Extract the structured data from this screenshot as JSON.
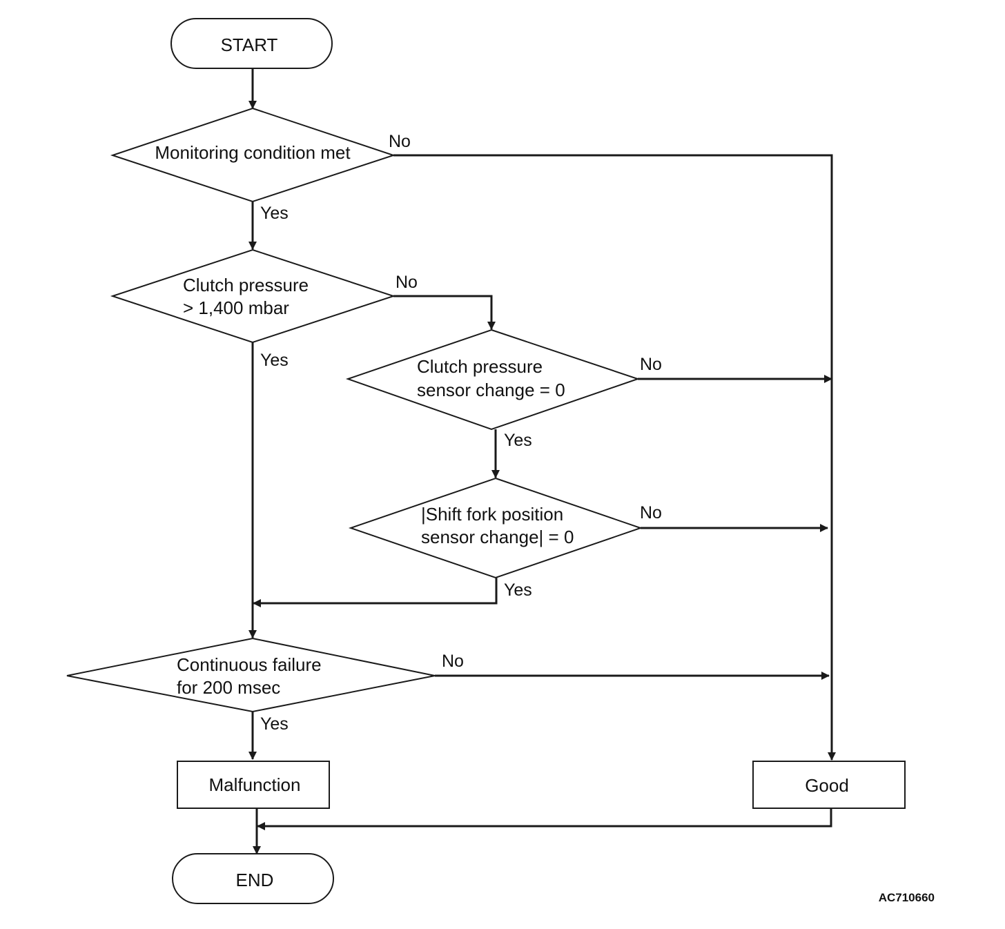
{
  "nodes": {
    "start": "START",
    "monitoring": "Monitoring condition met",
    "clutch_pressure": [
      "Clutch pressure",
      "> 1,400 mbar"
    ],
    "pressure_sensor_change": [
      "Clutch pressure",
      "sensor change = 0"
    ],
    "shift_fork": [
      "|Shift fork position",
      "sensor change| = 0"
    ],
    "continuous_failure": [
      "Continuous failure",
      "for 200 msec"
    ],
    "malfunction": "Malfunction",
    "good": "Good",
    "end": "END"
  },
  "branch_labels": {
    "yes": "Yes",
    "no": "No"
  },
  "figure_code": "AC710660"
}
